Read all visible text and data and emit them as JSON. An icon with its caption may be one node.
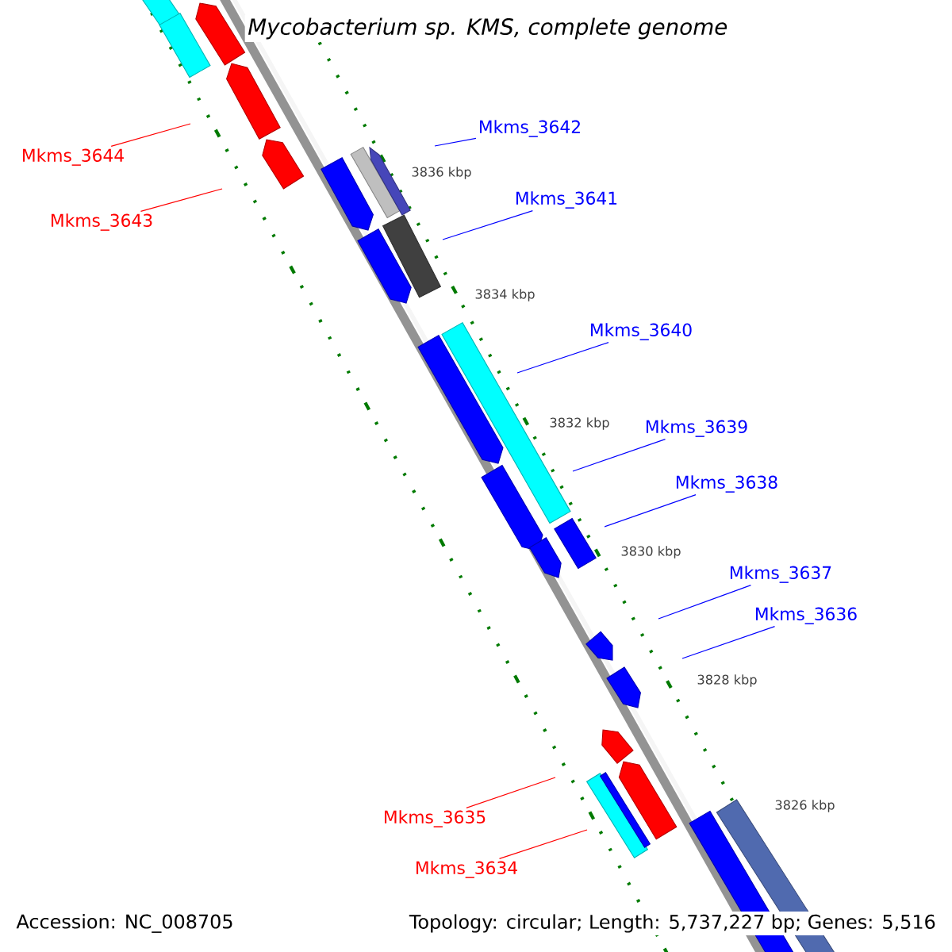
{
  "diagram": {
    "title": "Mycobacterium sp. KMS, complete genome",
    "nodes": [
      {
        "text": [
          "Mkms_3644"
        ]
      },
      {
        "text": [
          "Mkms_3643"
        ]
      },
      {
        "text": [
          "Mkms_3642"
        ]
      },
      {
        "text": [
          "Mkms_3641"
        ]
      },
      {
        "text": [
          "Mkms_3640"
        ]
      },
      {
        "text": [
          "Mkms_3639"
        ]
      },
      {
        "text": [
          "Mkms_3638"
        ]
      },
      {
        "text": [
          "Mkms_3637"
        ]
      },
      {
        "text": [
          "Mkms_3636"
        ]
      },
      {
        "text": [
          "Mkms_3635"
        ]
      },
      {
        "text": [
          "Mkms_3634"
        ]
      }
    ],
    "edges": [
      {
        "from": 0,
        "to": null,
        "arrow": "none",
        "color": "#ff0000"
      },
      {
        "from": 1,
        "to": null,
        "arrow": "none",
        "color": "#ff0000"
      },
      {
        "from": 2,
        "to": null,
        "arrow": "none"
      },
      {
        "from": 3,
        "to": null,
        "arrow": "none"
      },
      {
        "from": 4,
        "to": null,
        "arrow": "none"
      },
      {
        "from": 5,
        "to": null,
        "arrow": "none"
      },
      {
        "from": 6,
        "to": null,
        "arrow": "none"
      },
      {
        "from": 7,
        "to": null,
        "arrow": "none"
      },
      {
        "from": 8,
        "to": null,
        "arrow": "none"
      },
      {
        "from": 9,
        "to": null,
        "arrow": "none",
        "color": "#ff0000"
      },
      {
        "from": 10,
        "to": null,
        "arrow": "none",
        "color": "#ff0000"
      }
    ],
    "labels": [
      "3836 kbp",
      "3834 kbp",
      "3832 kbp",
      "3830 kbp",
      "3828 kbp",
      "3826 kbp",
      "Accession: NC_008705",
      "Topology: circular; Length: 5,737,227 bp; Genes: 5,516"
    ]
  }
}
